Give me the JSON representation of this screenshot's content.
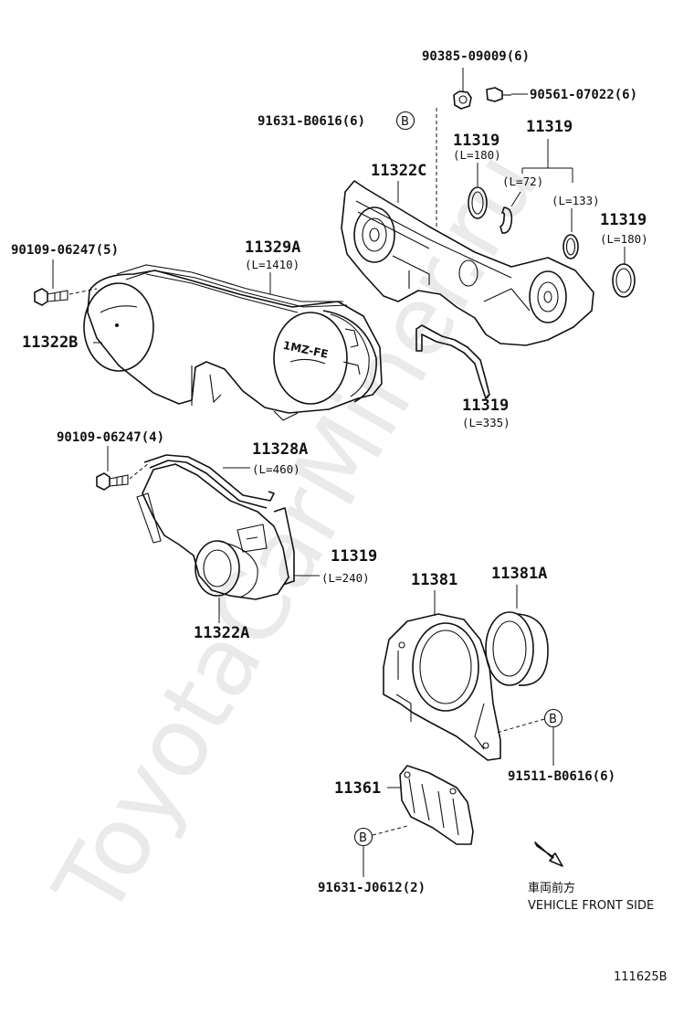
{
  "watermark": "ToyotaCarMiner.ru",
  "diagram_code": "111625B",
  "front_note": {
    "jp": "車両前方",
    "en": "VEHICLE FRONT SIDE"
  },
  "ref_marker": "B",
  "engine_label": "1MZ-FE",
  "labels": {
    "p90385": "90385-09009(6)",
    "p90561": "90561-07022(6)",
    "p91631b": "91631-B0616(6)",
    "p11319_a": "11319",
    "len_180a": "(L=180)",
    "p11319_b": "11319",
    "len_72": "(L=72)",
    "len_133": "(L=133)",
    "p11322c": "11322C",
    "p11319_c": "11319",
    "len_180b": "(L=180)",
    "p90109_5": "90109-06247(5)",
    "p11329a": "11329A",
    "len_1410": "(L=1410)",
    "p11322b": "11322B",
    "p11319_d": "11319",
    "len_335": "(L=335)",
    "p90109_4": "90109-06247(4)",
    "p11328a": "11328A",
    "len_460": "(L=460)",
    "p11319_e": "11319",
    "len_240": "(L=240)",
    "p11322a": "11322A",
    "p11381": "11381",
    "p11381a": "11381A",
    "p91511": "91511-B0616(6)",
    "p11361": "11361",
    "p91631j": "91631-J0612(2)"
  }
}
